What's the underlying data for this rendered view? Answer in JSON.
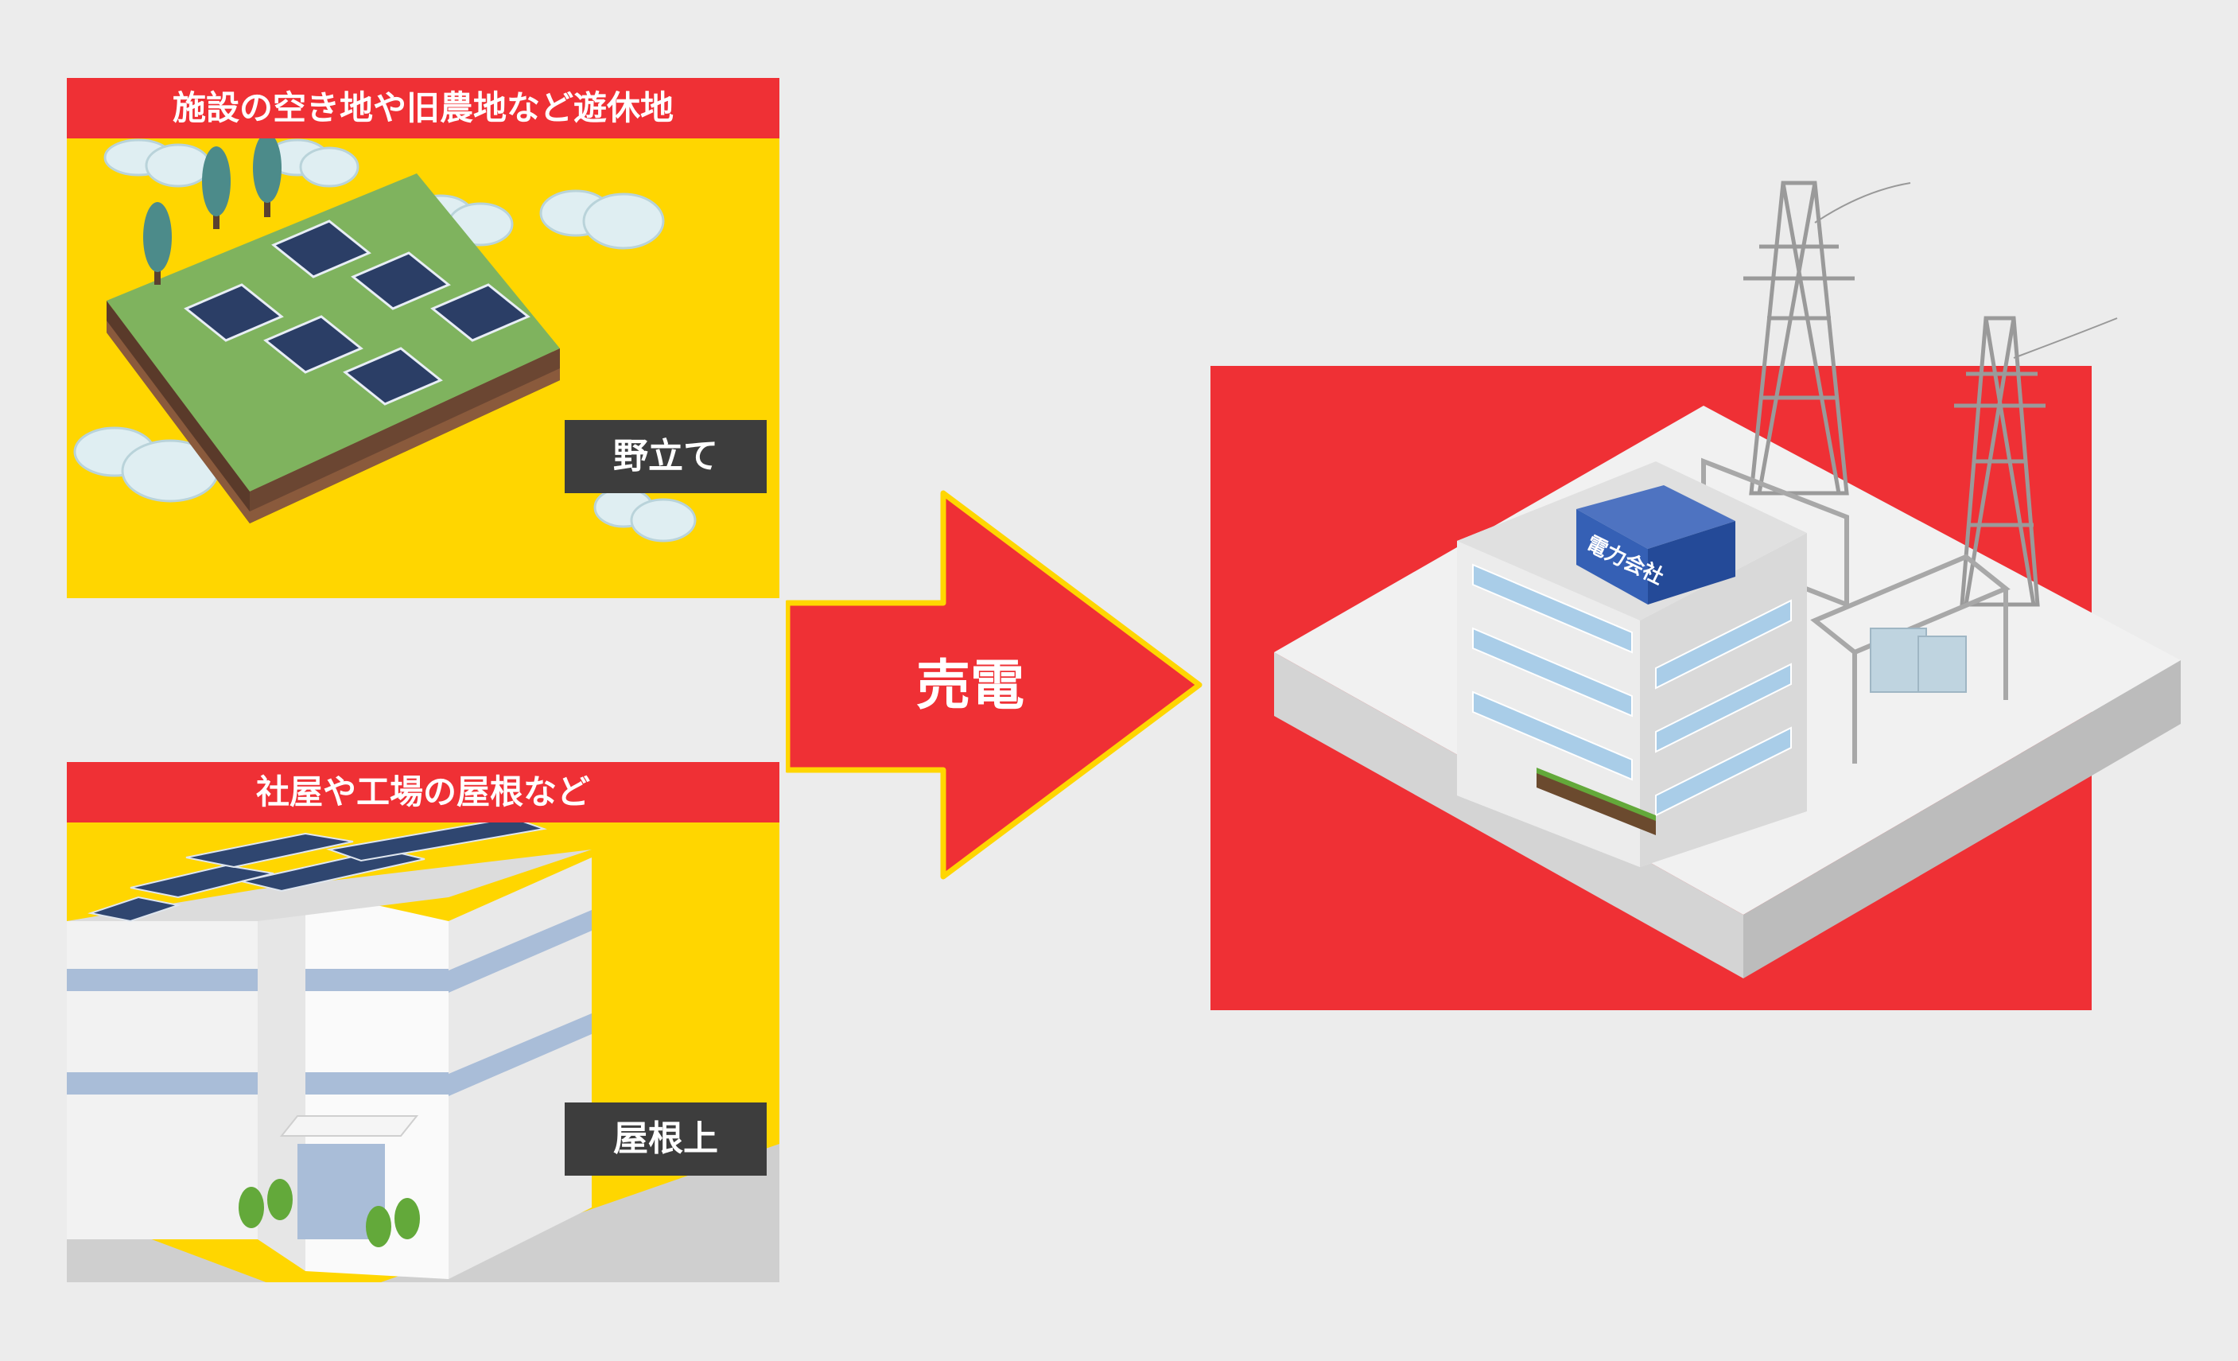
{
  "sources": [
    {
      "header": "施設の空き地や旧農地など遊休地",
      "tag": "野立て",
      "icon": "ground-mounted-solar-icon"
    },
    {
      "header": "社屋や工場の屋根など",
      "tag": "屋根上",
      "icon": "rooftop-solar-building-icon"
    }
  ],
  "arrow": {
    "label": "売電",
    "icon": "right-arrow-icon"
  },
  "destination": {
    "sign": "電力会社",
    "icon": "power-company-building-icon"
  },
  "colors": {
    "background": "#ececec",
    "red": "#ef3035",
    "yellow": "#ffd600",
    "tag": "#3d3d3d",
    "sign": "#3560b5"
  }
}
